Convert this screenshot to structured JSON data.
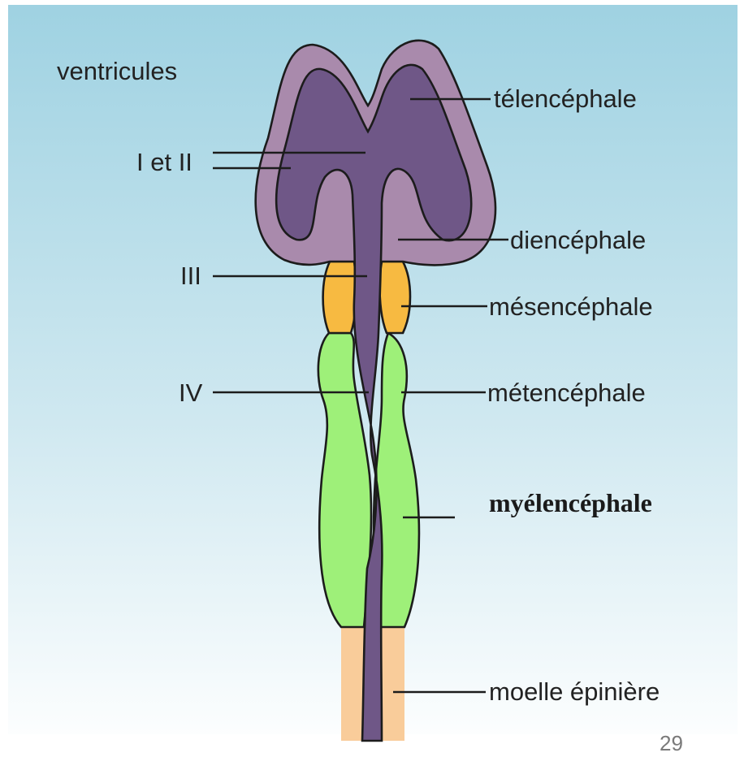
{
  "labels": {
    "ventricules": "ventricules",
    "ventricles_1_2": "I et II",
    "ventricle_3": "III",
    "ventricle_4": "IV",
    "telencephale": "télencéphale",
    "diencephale": "diencéphale",
    "mesencephale": "mésencéphale",
    "metencephale": "métencéphale",
    "myelencephale": "myélencéphale",
    "moelle": "moelle épinière"
  },
  "page_number": "29",
  "colors": {
    "background_top": "#9fd2e2",
    "background_bottom": "#ffffff",
    "wall_purple": "#a98aac",
    "cavity_purple": "#6f5787",
    "mesencephalon_orange": "#f7ba41",
    "rhombencephalon_green": "#9ef079",
    "spinal_cord_peach": "#f9cc9a"
  }
}
